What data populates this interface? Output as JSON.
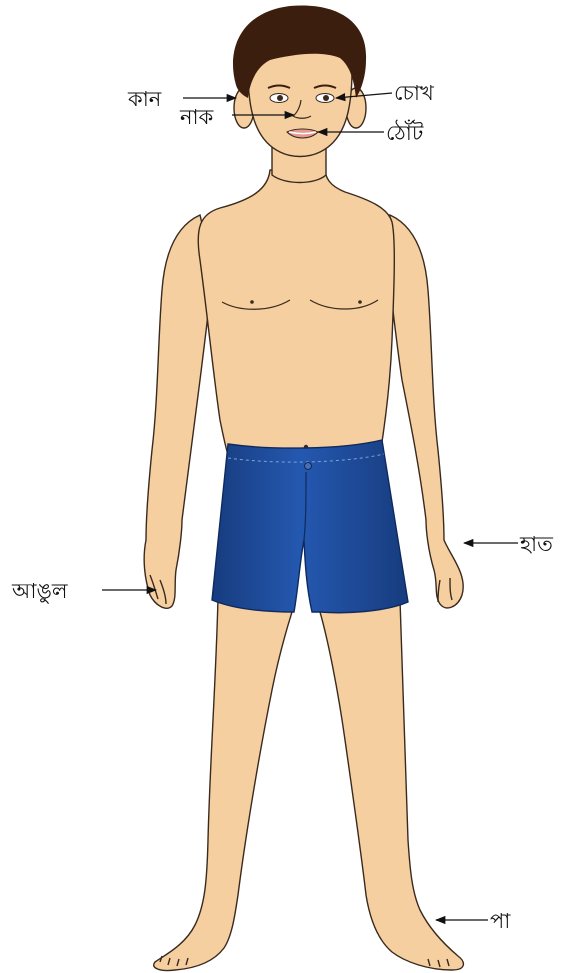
{
  "labels": {
    "ear": "কান",
    "nose": "নাক",
    "eye": "চোখ",
    "lips": "ঠোঁট",
    "hand": "হাত",
    "finger": "আঙুল",
    "foot": "পা"
  },
  "colors": {
    "skin": "#F5CFA0",
    "outline": "#3A2A1E",
    "hair": "#3B1E0E",
    "shorts": "#1F4FA0",
    "shorts_dark": "#173C7E",
    "arrow": "#111111",
    "lips": "#E59A92"
  }
}
